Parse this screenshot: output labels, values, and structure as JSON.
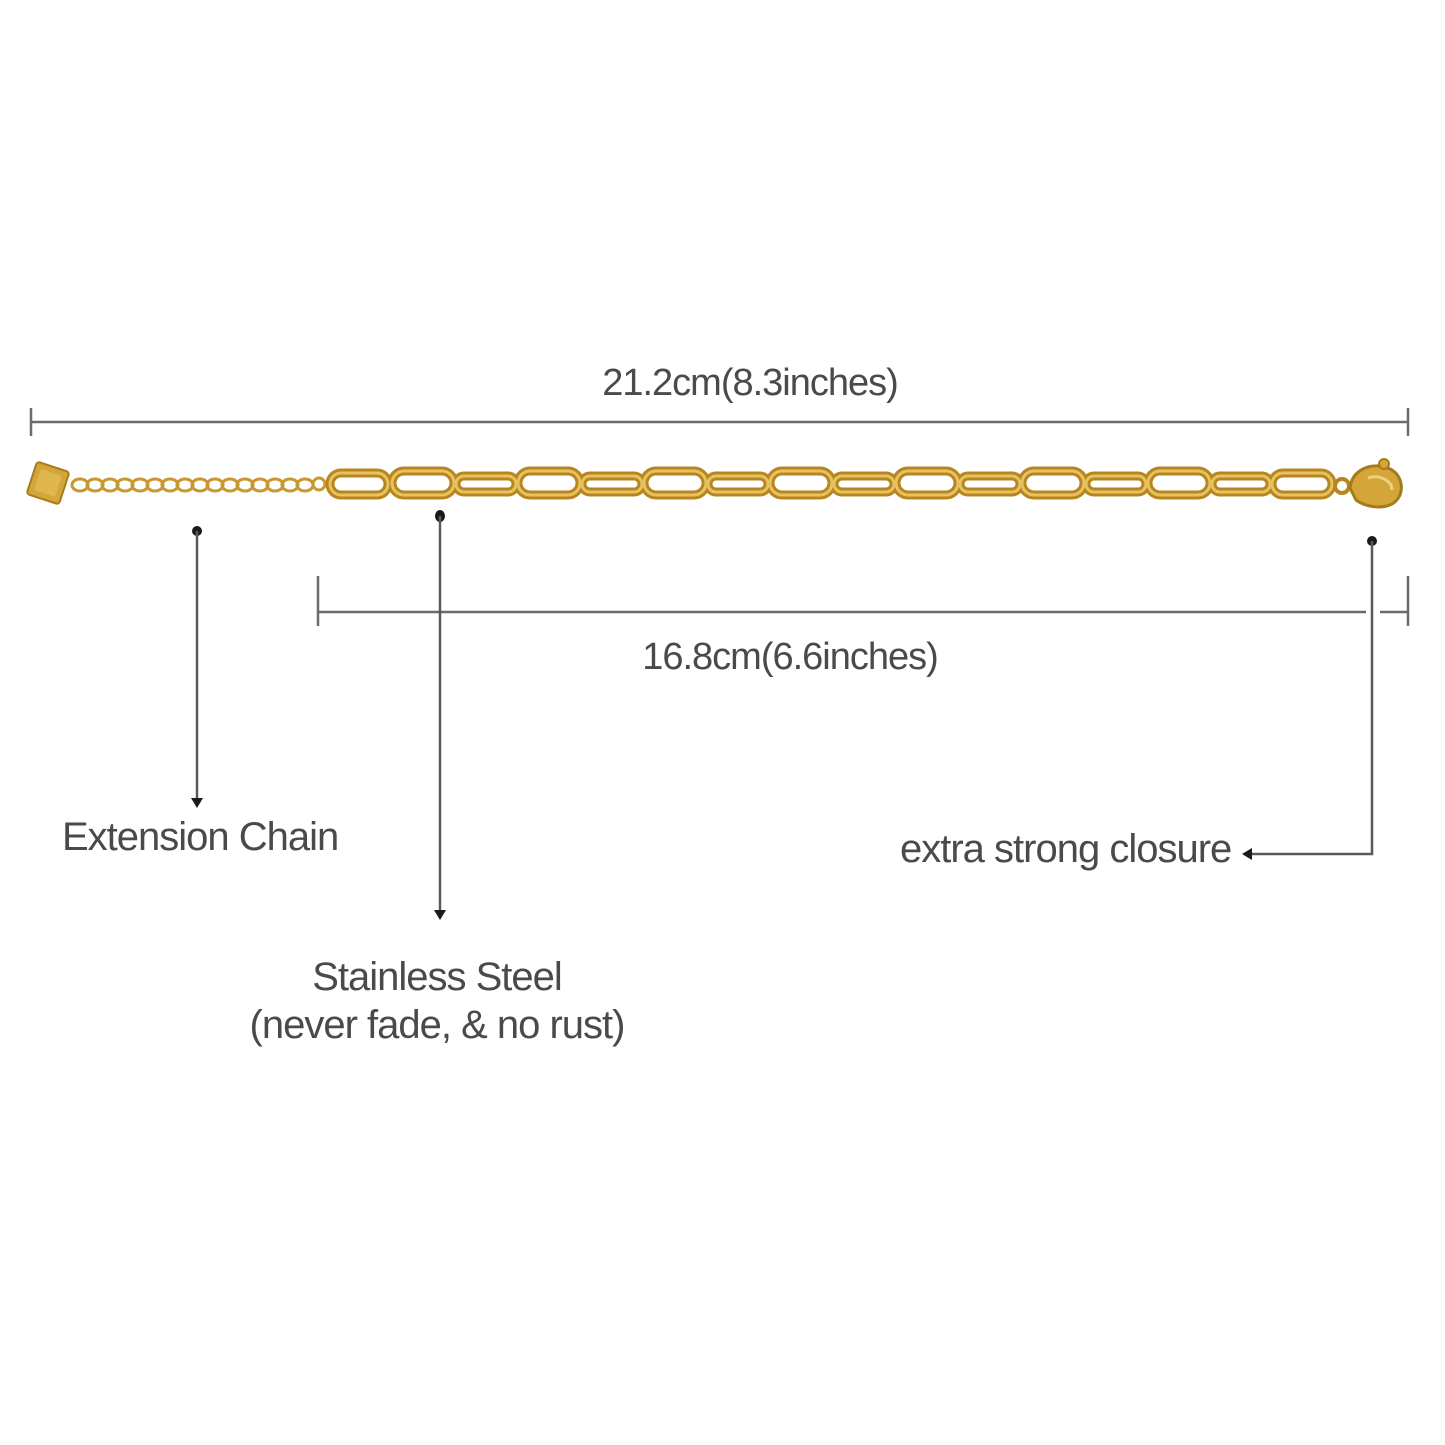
{
  "dimensions": {
    "total_length": "21.2cm(8.3inches)",
    "chain_length": "16.8cm(6.6inches)"
  },
  "callouts": {
    "extension_chain": "Extension Chain",
    "stainless_steel_title": "Stainless Steel",
    "stainless_steel_subtitle": "(never fade, & no rust)",
    "closure": "extra strong closure"
  },
  "colors": {
    "line": "#6b6b6b",
    "dot": "#1a1a1a",
    "gold": "#d4a63a",
    "gold_dark": "#a67c1a",
    "text": "#4a4a4a"
  }
}
